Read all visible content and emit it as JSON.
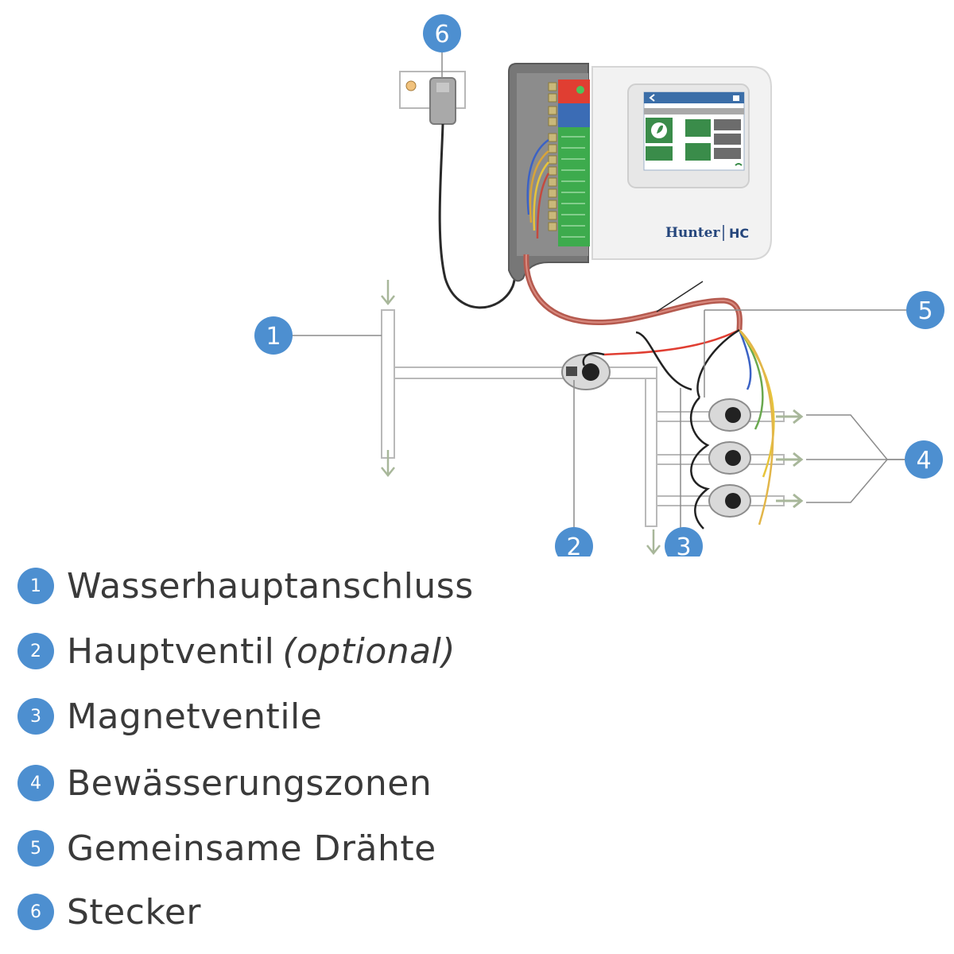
{
  "colors": {
    "callout_blue": "#4d8fd0",
    "pipe_outline": "#b9b9b9",
    "arrow_green": "#a8b79a",
    "cable_red": "#c4534a",
    "controller_body": "#f2f2f2",
    "screen_blue": "#3b6ea8",
    "terminal_green": "#3dab4d",
    "text_dark": "#3a3a3a"
  },
  "controller": {
    "brand": "Hunter",
    "model": "HC"
  },
  "callouts": [
    "1",
    "2",
    "3",
    "4",
    "5",
    "6"
  ],
  "legend": [
    {
      "number": "1",
      "label": "Wasserhauptanschluss",
      "note": ""
    },
    {
      "number": "2",
      "label": "Hauptventil",
      "note": "(optional)"
    },
    {
      "number": "3",
      "label": "Magnetventile",
      "note": ""
    },
    {
      "number": "4",
      "label": "Bewässerungszonen",
      "note": ""
    },
    {
      "number": "5",
      "label": "Gemeinsame Drähte",
      "note": ""
    },
    {
      "number": "6",
      "label": "Stecker",
      "note": ""
    }
  ],
  "icons": [
    "power-outlet-icon",
    "plug-adapter-icon",
    "valve-icon",
    "flow-arrow-icon",
    "leaf-icon",
    "back-arrow-icon",
    "home-icon",
    "wifi-icon"
  ]
}
